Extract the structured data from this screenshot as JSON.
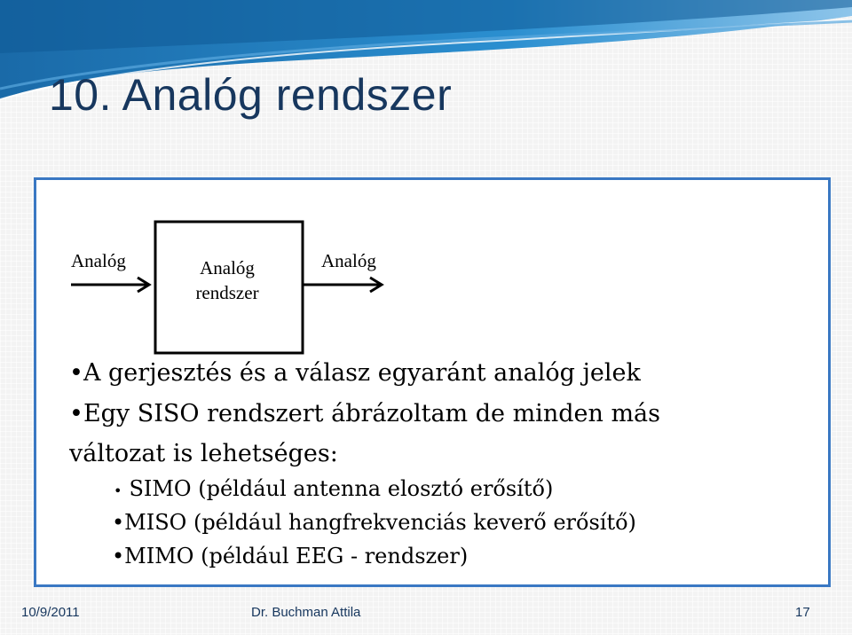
{
  "slide": {
    "title": "10. Analóg rendszer",
    "diagram": {
      "input_label": "Analóg",
      "box_label_line1": "Analóg",
      "box_label_line2": "rendszer",
      "output_label": "Analóg"
    },
    "bullets": [
      {
        "bullet": "•",
        "text": "A gerjesztés és a válasz egyaránt analóg jelek"
      },
      {
        "bullet": "•",
        "text": "Egy SISO rendszert ábrázoltam de minden más"
      },
      {
        "bullet": "",
        "text": "változat is lehetséges:"
      },
      {
        "bullet": "•",
        "text": "SIMO (például antenna elosztó erősítő)"
      },
      {
        "bullet": "•",
        "text": "MISO  (például hangfrekvenciás keverő erősítő)"
      },
      {
        "bullet": "•",
        "text": "MIMO (például EEG - rendszer)"
      }
    ]
  },
  "footer": {
    "date": "10/9/2011",
    "author": "Dr. Buchman Attila",
    "page": "17"
  },
  "colors": {
    "title": "#17375e",
    "frame": "#3a78c3",
    "swoosh": "#1f6fb3"
  }
}
